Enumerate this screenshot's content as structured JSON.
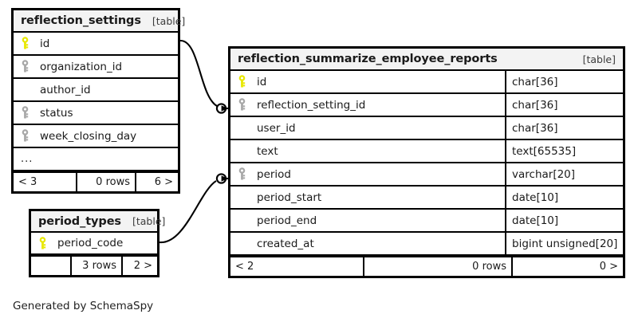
{
  "diagram": {
    "caption": "Generated by SchemaSpy",
    "table_tag": "[table]",
    "accent_primary_key": "#e8e800",
    "accent_index_key": "#a8a8a8",
    "header_bg": "#f3f3f3",
    "border_color": "#000000"
  },
  "tables": [
    {
      "id": "reflection_settings",
      "title": "reflection_settings",
      "tag": "[table]",
      "columns": [
        {
          "key": "primary",
          "name": "id"
        },
        {
          "key": "index",
          "name": "organization_id"
        },
        {
          "key": "none",
          "name": "author_id"
        },
        {
          "key": "index",
          "name": "status"
        },
        {
          "key": "index",
          "name": "week_closing_day"
        },
        {
          "key": "none",
          "name": "..."
        }
      ],
      "footer": {
        "left": "< 3",
        "middle": "0 rows",
        "right": "6 >"
      }
    },
    {
      "id": "period_types",
      "title": "period_types",
      "tag": "[table]",
      "columns": [
        {
          "key": "primary",
          "name": "period_code"
        }
      ],
      "footer": {
        "left": "",
        "middle": "3 rows",
        "right": "2 >"
      }
    },
    {
      "id": "reflection_summarize_employee_reports",
      "title": "reflection_summarize_employee_reports",
      "tag": "[table]",
      "columns": [
        {
          "key": "primary",
          "name": "id",
          "type": "char[36]"
        },
        {
          "key": "index",
          "name": "reflection_setting_id",
          "type": "char[36]"
        },
        {
          "key": "none",
          "name": "user_id",
          "type": "char[36]"
        },
        {
          "key": "none",
          "name": "text",
          "type": "text[65535]"
        },
        {
          "key": "index",
          "name": "period",
          "type": "varchar[20]"
        },
        {
          "key": "none",
          "name": "period_start",
          "type": "date[10]"
        },
        {
          "key": "none",
          "name": "period_end",
          "type": "date[10]"
        },
        {
          "key": "none",
          "name": "created_at",
          "type": "bigint unsigned[20]"
        }
      ],
      "footer": {
        "left": "< 2",
        "middle": "0 rows",
        "right": "0 >"
      }
    }
  ],
  "relationships": [
    {
      "from_table": "reflection_settings",
      "from_column": "id",
      "to_table": "reflection_summarize_employee_reports",
      "to_column": "reflection_setting_id"
    },
    {
      "from_table": "period_types",
      "from_column": "period_code",
      "to_table": "reflection_summarize_employee_reports",
      "to_column": "period"
    }
  ]
}
